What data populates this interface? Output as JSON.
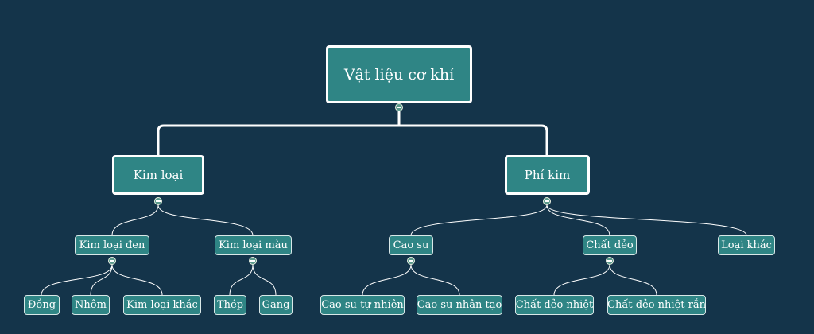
{
  "root": {
    "label": "Vật liệu cơ khí"
  },
  "branches": [
    {
      "label": "Kim loại",
      "children": [
        {
          "label": "Kim loại đen",
          "children": [
            "Đồng",
            "Nhôm",
            "Kim loại khác"
          ]
        },
        {
          "label": "Kim loại màu",
          "children": [
            "Thép",
            "Gang"
          ]
        }
      ]
    },
    {
      "label": "Phí kim",
      "children": [
        {
          "label": "Cao su",
          "children": [
            "Cao su tự nhiên",
            "Cao su nhân tạo"
          ]
        },
        {
          "label": "Chất dẻo",
          "children": [
            "Chất dẻo nhiệt",
            "Chất dẻo nhiệt rắn"
          ]
        },
        {
          "label": "Loại khác",
          "children": []
        }
      ]
    }
  ],
  "colors": {
    "background": "#14344a",
    "node_fill": "#2f8585",
    "connector": "#ffffff",
    "toggle": "#5a9a8c"
  },
  "icons": {
    "collapse_toggle": "minus-circle-icon"
  }
}
